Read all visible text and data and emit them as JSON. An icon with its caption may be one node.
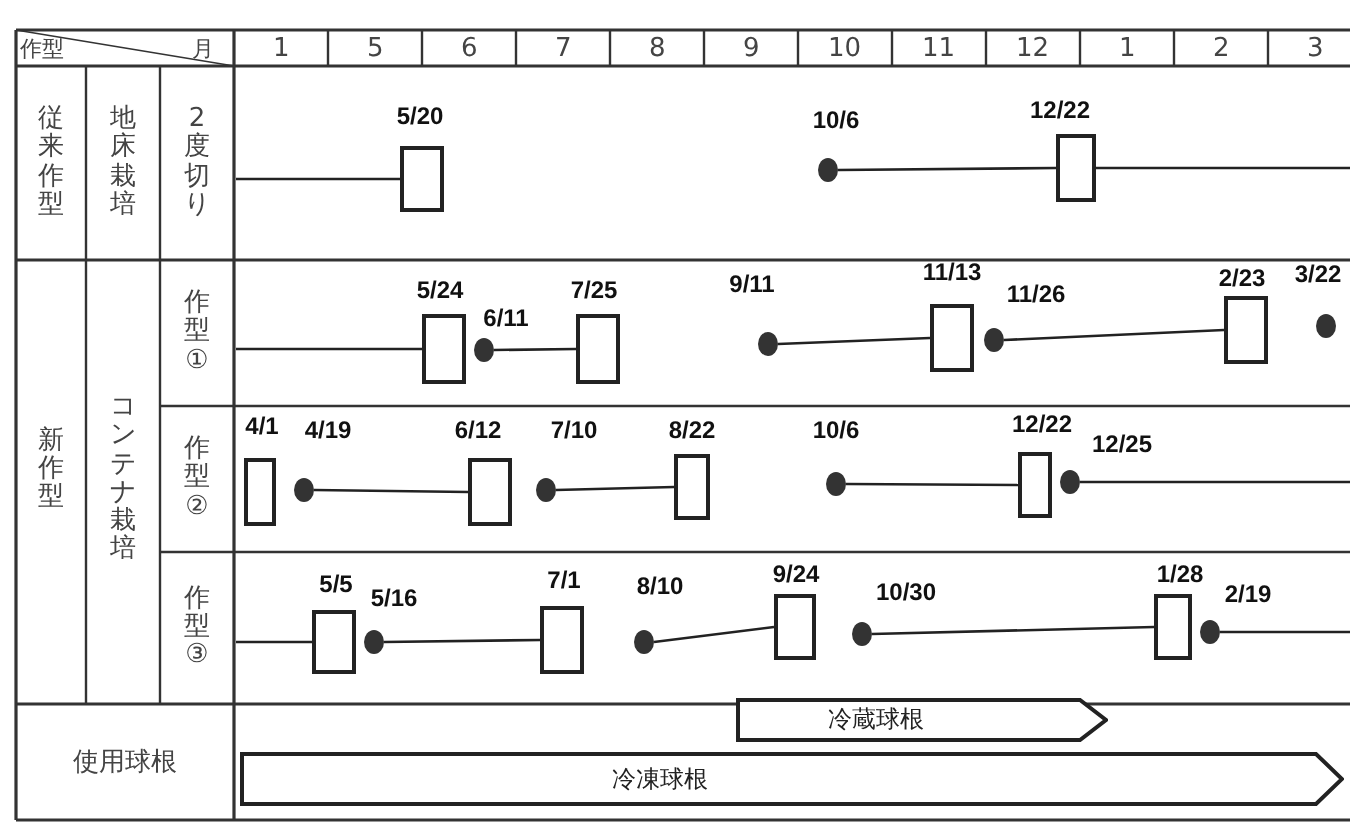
{
  "diagram": {
    "nodes": [
      {
        "text": [],
        "shape": "box",
        "beside": [
          "5/20"
        ]
      },
      {
        "text": [],
        "shape": "circle",
        "beside": [
          "10/6"
        ]
      },
      {
        "text": [],
        "shape": "box",
        "beside": [
          "12/22"
        ]
      },
      {
        "text": [],
        "shape": "box",
        "beside": [
          "5/24"
        ]
      },
      {
        "text": [],
        "shape": "circle",
        "beside": [
          "6/11"
        ]
      },
      {
        "text": [],
        "shape": "box",
        "beside": [
          "7/25"
        ]
      },
      {
        "text": [],
        "shape": "circle",
        "beside": [
          "9/11"
        ]
      },
      {
        "text": [],
        "shape": "box",
        "beside": [
          "11/13"
        ]
      },
      {
        "text": [],
        "shape": "circle",
        "beside": [
          "11/26"
        ]
      },
      {
        "text": [],
        "shape": "box",
        "beside": [
          "2/23"
        ]
      },
      {
        "text": [],
        "shape": "circle",
        "beside": [
          "3/22"
        ]
      },
      {
        "text": [],
        "shape": "box",
        "beside": [
          "4/1"
        ]
      },
      {
        "text": [],
        "shape": "circle",
        "beside": [
          "4/19"
        ]
      },
      {
        "text": [],
        "shape": "box",
        "beside": [
          "6/12"
        ]
      },
      {
        "text": [],
        "shape": "circle",
        "beside": [
          "7/10"
        ]
      },
      {
        "text": [],
        "shape": "box",
        "beside": [
          "8/22"
        ]
      },
      {
        "text": [],
        "shape": "circle",
        "beside": [
          "10/6"
        ]
      },
      {
        "text": [],
        "shape": "box",
        "beside": [
          "12/22"
        ]
      },
      {
        "text": [],
        "shape": "circle",
        "beside": [
          "12/25"
        ]
      },
      {
        "text": [],
        "shape": "box",
        "beside": [
          "5/5"
        ]
      },
      {
        "text": [],
        "shape": "circle",
        "beside": [
          "5/16"
        ]
      },
      {
        "text": [],
        "shape": "box",
        "beside": [
          "7/1"
        ]
      },
      {
        "text": [],
        "shape": "circle",
        "beside": [
          "8/10"
        ]
      },
      {
        "text": [],
        "shape": "box",
        "beside": [
          "9/24"
        ]
      },
      {
        "text": [],
        "shape": "circle",
        "beside": [
          "10/30"
        ]
      },
      {
        "text": [],
        "shape": "box",
        "beside": [
          "1/28"
        ]
      },
      {
        "text": [],
        "shape": "circle",
        "beside": [
          "2/19"
        ]
      },
      {
        "text": [
          "冷蔵球根"
        ]
      },
      {
        "text": [
          "冷凍球根"
        ]
      }
    ],
    "edges": [
      {
        "from": null,
        "to": 0,
        "arrow": "none"
      },
      {
        "from": 1,
        "to": 2,
        "arrow": "none"
      },
      {
        "from": 2,
        "to": null,
        "arrow": "none"
      },
      {
        "from": null,
        "to": 3,
        "arrow": "none"
      },
      {
        "from": 4,
        "to": 5,
        "arrow": "none"
      },
      {
        "from": 6,
        "to": 7,
        "arrow": "none"
      },
      {
        "from": 8,
        "to": 9,
        "arrow": "none"
      },
      {
        "from": 12,
        "to": 13,
        "arrow": "none"
      },
      {
        "from": 14,
        "to": 15,
        "arrow": "none"
      },
      {
        "from": 16,
        "to": 17,
        "arrow": "none"
      },
      {
        "from": 18,
        "to": null,
        "arrow": "none"
      },
      {
        "from": null,
        "to": 19,
        "arrow": "none"
      },
      {
        "from": 20,
        "to": 21,
        "arrow": "none"
      },
      {
        "from": 22,
        "to": 23,
        "arrow": "none"
      },
      {
        "from": 24,
        "to": 25,
        "arrow": "none"
      },
      {
        "from": 26,
        "to": null,
        "arrow": "none"
      }
    ],
    "labels": [
      "作型",
      "月",
      "1",
      "5",
      "6",
      "7",
      "8",
      "9",
      "10",
      "11",
      "12",
      "1",
      "2",
      "3",
      "従来作型",
      "地床栽培",
      "2度切り",
      "新作型",
      "コンテナ栽培",
      "作型①",
      "作型②",
      "作型③",
      "使用球根"
    ]
  }
}
